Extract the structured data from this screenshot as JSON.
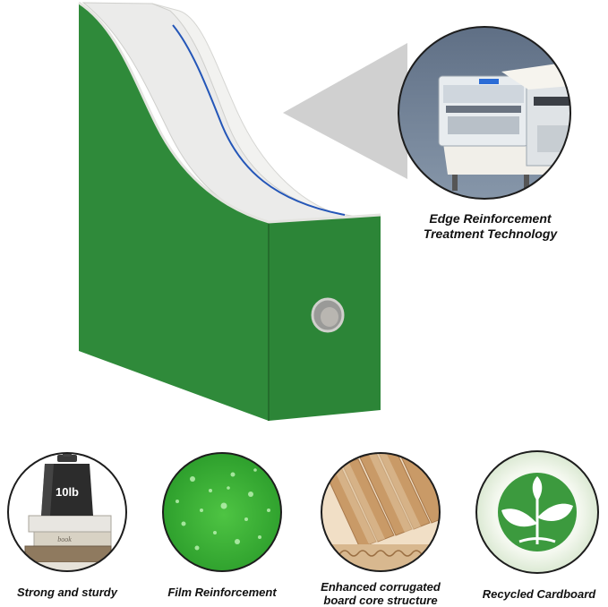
{
  "callout": {
    "line1": "Edge Reinforcement",
    "line2": "Treatment Technology"
  },
  "weight": {
    "label": "10lb"
  },
  "books": {
    "spine_label": "book"
  },
  "features": [
    {
      "line1": "Strong and sturdy",
      "line2": ""
    },
    {
      "line1": "Film Reinforcement",
      "line2": ""
    },
    {
      "line1": "Enhanced corrugated",
      "line2": "board core structure"
    },
    {
      "line1": "Recycled Cardboard",
      "line2": ""
    }
  ],
  "colors": {
    "box_green": "#2f8a3a",
    "box_green_dark": "#256f2e",
    "liner_blue": "#2456b8",
    "recycle_green": "#3c9a3e"
  }
}
